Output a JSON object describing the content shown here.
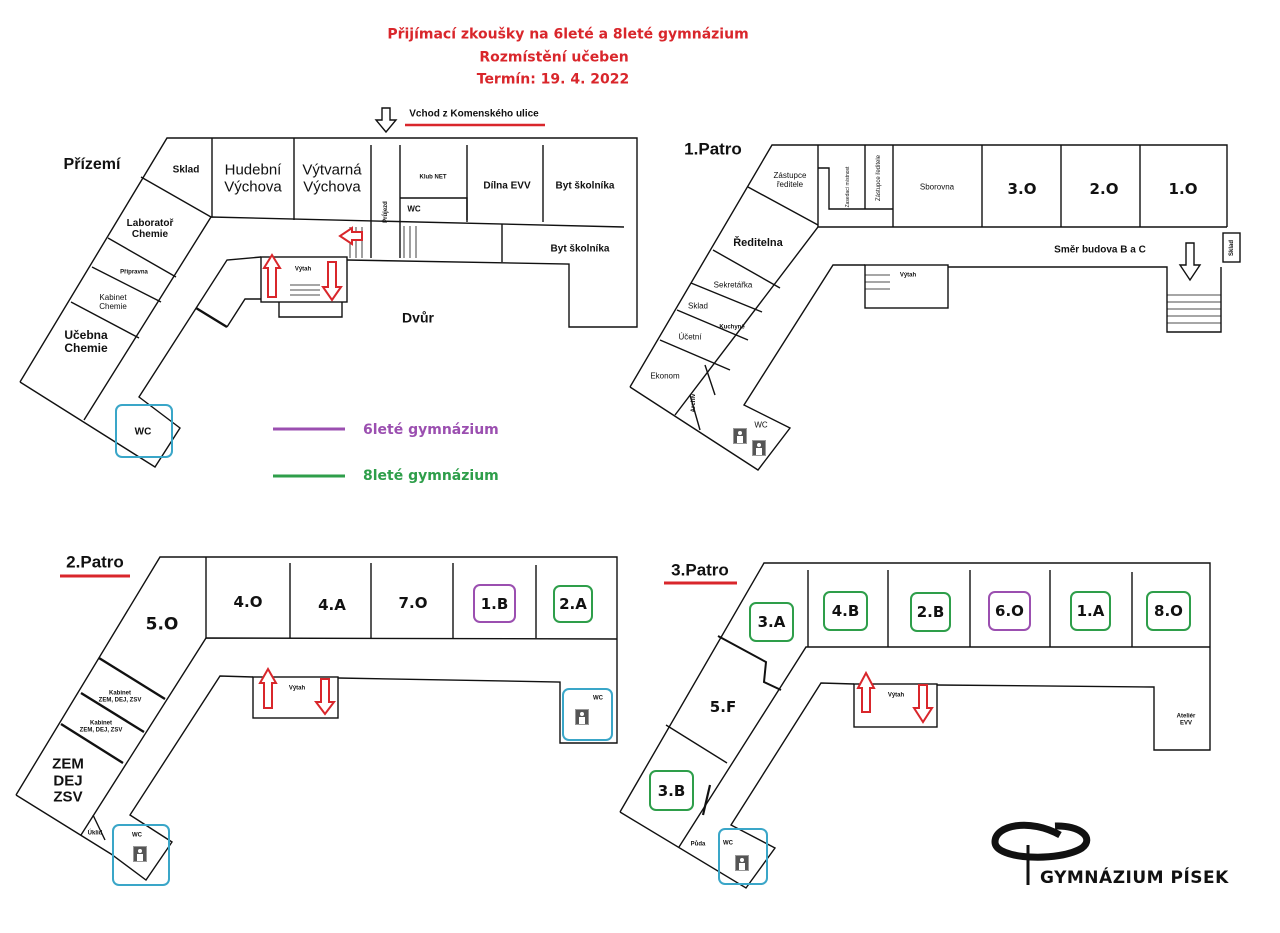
{
  "title": {
    "line1": "Přijímací zkoušky na 6leté a 8leté gymnázium",
    "line2": "Rozmístění učeben",
    "line3": "Termín: 19. 4. 2022"
  },
  "entrance": "Vchod z Komenského ulice",
  "legend": {
    "six": "6leté gymnázium",
    "eight": "8leté gymnázium"
  },
  "colors": {
    "title_red": "#d9262b",
    "six_purple": "#9b4fb0",
    "eight_green": "#2e9e4a",
    "wc_blue": "#3aa6c8"
  },
  "ground": {
    "label": "Přízemí",
    "rooms": [
      "Sklad",
      "Hudební\nVýchova",
      "Výtvarná\nVýchova",
      "Klub NET",
      "Dílna EVV",
      "Byt školníka",
      "WC",
      "Průjezd",
      "Laboratoř\nChemie",
      "Přípravna",
      "Kabinet\nChemie",
      "Učebna\nChemie",
      "Byt školníka",
      "Dvůr",
      "Výtah",
      "WC"
    ]
  },
  "floor1": {
    "label": "1.Patro",
    "rooms": [
      "Zástupce\nředitele",
      "Zasedací místnost",
      "Zástupce ředitele",
      "Sborovna",
      "3.O",
      "2.O",
      "1.O",
      "Ředitelna",
      "Směr budova B a C",
      "Sklad",
      "Sekretářka",
      "Sklad",
      "Kuchyně",
      "Účetní",
      "Ekonom",
      "Archiv",
      "WC",
      "Výtah"
    ]
  },
  "floor2": {
    "label": "2.Patro",
    "rooms": [
      "5.O",
      "4.O",
      "4.A",
      "7.O",
      "1.B",
      "2.A",
      "Kabinet\nZEM, DEJ, ZSV",
      "Kabinet\nZEM, DEJ, ZSV",
      "ZEM\nDEJ\nZSV",
      "Úklid",
      "WC",
      "WC",
      "Výtah"
    ]
  },
  "floor3": {
    "label": "3.Patro",
    "rooms": [
      "3.A",
      "4.B",
      "2.B",
      "6.O",
      "1.A",
      "8.O",
      "5.F",
      "3.B",
      "Půda",
      "WC",
      "Ateliér\nEVV",
      "Výtah"
    ]
  },
  "logo": "GYMNÁZIUM PÍSEK"
}
